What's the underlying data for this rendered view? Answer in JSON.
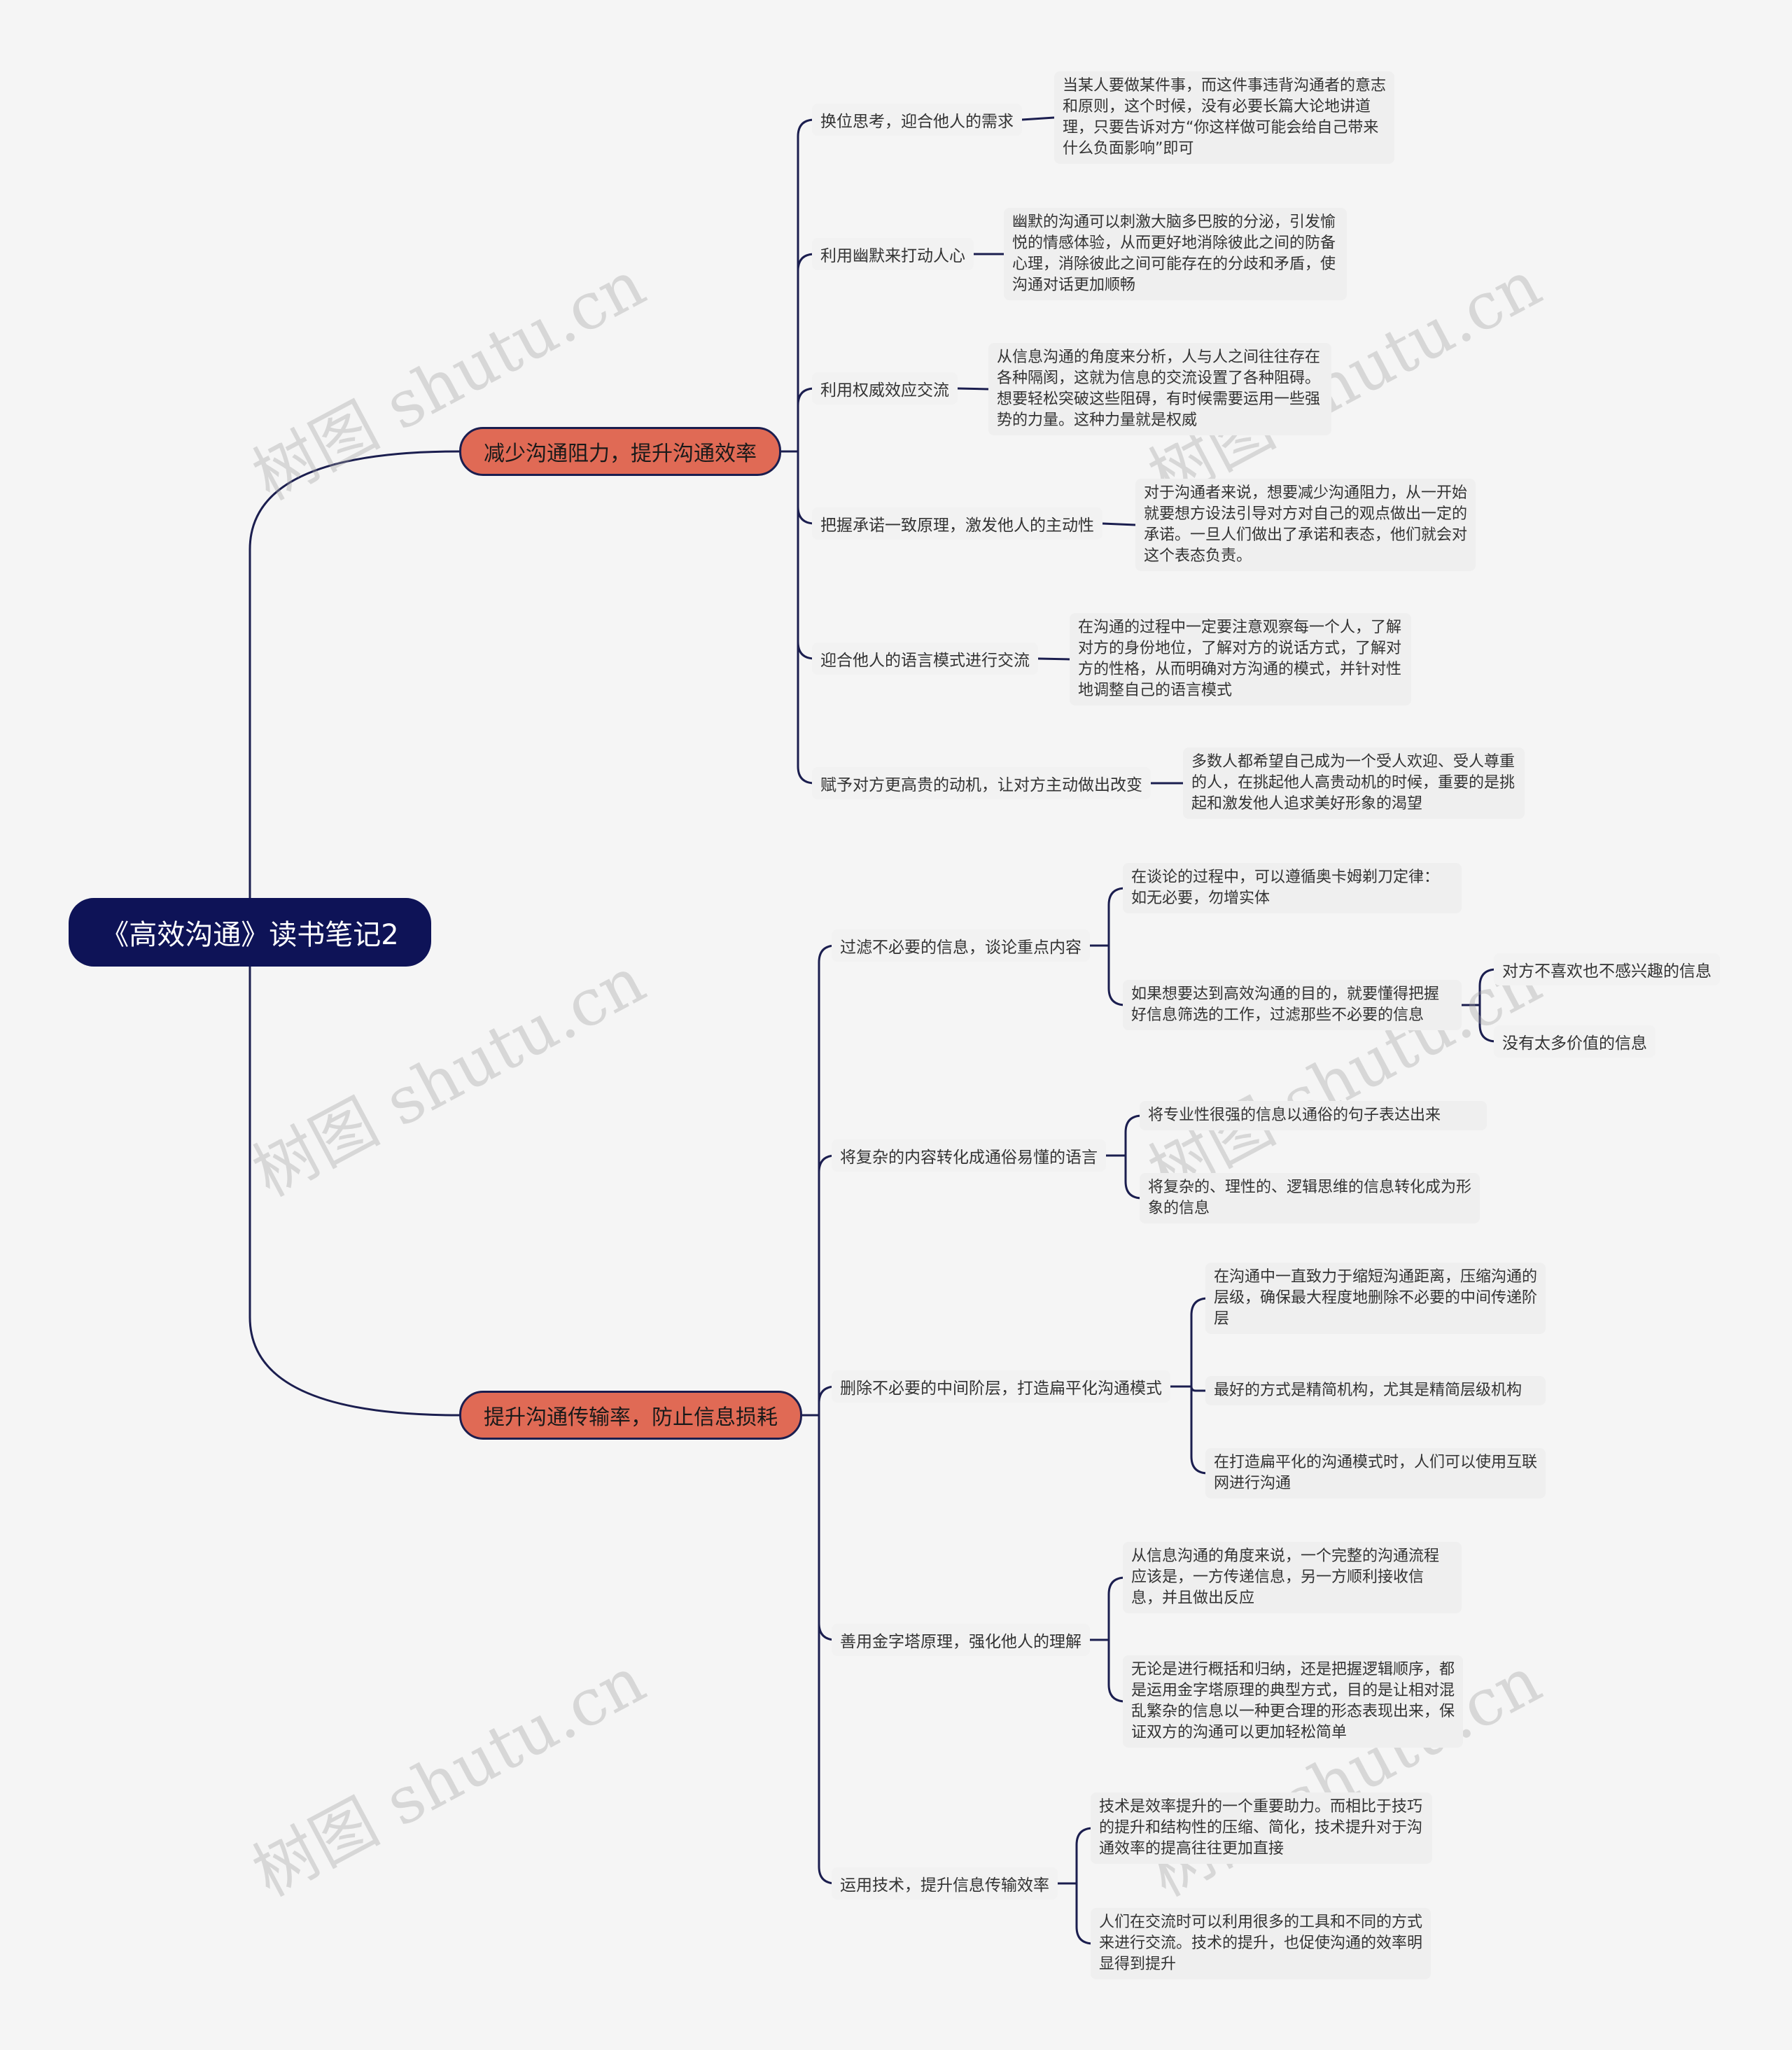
{
  "root": {
    "label": "《高效沟通》读书笔记2"
  },
  "watermark": "树图 shutu.cn",
  "colors": {
    "root_bg": "#0e1357",
    "branch_bg": "#e06a55",
    "line": "#1b1e4f"
  },
  "branches": [
    {
      "label": "减少沟通阻力，提升沟通效率",
      "children": [
        {
          "label": "换位思考，迎合他人的需求",
          "children": [
            {
              "label": "当某人要做某件事，而这件事违背沟通者的意志和原则，这个时候，没有必要长篇大论地讲道理，只要告诉对方“你这样做可能会给自己带来什么负面影响”即可"
            }
          ]
        },
        {
          "label": "利用幽默来打动人心",
          "children": [
            {
              "label": "幽默的沟通可以刺激大脑多巴胺的分泌，引发愉悦的情感体验，从而更好地消除彼此之间的防备心理，消除彼此之间可能存在的分歧和矛盾，使沟通对话更加顺畅"
            }
          ]
        },
        {
          "label": "利用权威效应交流",
          "children": [
            {
              "label": "从信息沟通的角度来分析，人与人之间往往存在各种隔阂，这就为信息的交流设置了各种阻碍。想要轻松突破这些阻碍，有时候需要运用一些强势的力量。这种力量就是权威"
            }
          ]
        },
        {
          "label": "把握承诺一致原理，激发他人的主动性",
          "children": [
            {
              "label": "对于沟通者来说，想要减少沟通阻力，从一开始就要想方设法引导对方对自己的观点做出一定的承诺。一旦人们做出了承诺和表态，他们就会对这个表态负责。"
            }
          ]
        },
        {
          "label": "迎合他人的语言模式进行交流",
          "children": [
            {
              "label": "在沟通的过程中一定要注意观察每一个人，了解对方的身份地位，了解对方的说话方式，了解对方的性格，从而明确对方沟通的模式，并针对性地调整自己的语言模式"
            }
          ]
        },
        {
          "label": "赋予对方更高贵的动机，让对方主动做出改变",
          "children": [
            {
              "label": "多数人都希望自己成为一个受人欢迎、受人尊重的人，在挑起他人高贵动机的时候，重要的是挑起和激发他人追求美好形象的渴望"
            }
          ]
        }
      ]
    },
    {
      "label": "提升沟通传输率，防止信息损耗",
      "children": [
        {
          "label": "过滤不必要的信息，谈论重点内容",
          "children": [
            {
              "label": "在谈论的过程中，可以遵循奥卡姆剃刀定律：如无必要，勿增实体"
            },
            {
              "label": "如果想要达到高效沟通的目的，就要懂得把握好信息筛选的工作，过滤那些不必要的信息",
              "children": [
                {
                  "label": "对方不喜欢也不感兴趣的信息"
                },
                {
                  "label": "没有太多价值的信息"
                }
              ]
            }
          ]
        },
        {
          "label": "将复杂的内容转化成通俗易懂的语言",
          "children": [
            {
              "label": "将专业性很强的信息以通俗的句子表达出来"
            },
            {
              "label": "将复杂的、理性的、逻辑思维的信息转化成为形象的信息"
            }
          ]
        },
        {
          "label": "删除不必要的中间阶层，打造扁平化沟通模式",
          "children": [
            {
              "label": "在沟通中一直致力于缩短沟通距离，压缩沟通的层级，确保最大程度地删除不必要的中间传递阶层"
            },
            {
              "label": "最好的方式是精简机构，尤其是精简层级机构"
            },
            {
              "label": "在打造扁平化的沟通模式时，人们可以使用互联网进行沟通"
            }
          ]
        },
        {
          "label": "善用金字塔原理，强化他人的理解",
          "children": [
            {
              "label": "从信息沟通的角度来说，一个完整的沟通流程应该是，一方传递信息，另一方顺利接收信息，并且做出反应"
            },
            {
              "label": "无论是进行概括和归纳，还是把握逻辑顺序，都是运用金字塔原理的典型方式，目的是让相对混乱繁杂的信息以一种更合理的形态表现出来，保证双方的沟通可以更加轻松简单"
            }
          ]
        },
        {
          "label": "运用技术，提升信息传输效率",
          "children": [
            {
              "label": "技术是效率提升的一个重要助力。而相比于技巧的提升和结构性的压缩、简化，技术提升对于沟通效率的提高往往更加直接"
            },
            {
              "label": "人们在交流时可以利用很多的工具和不同的方式来进行交流。技术的提升，也促使沟通的效率明显得到提升"
            }
          ]
        }
      ]
    }
  ]
}
